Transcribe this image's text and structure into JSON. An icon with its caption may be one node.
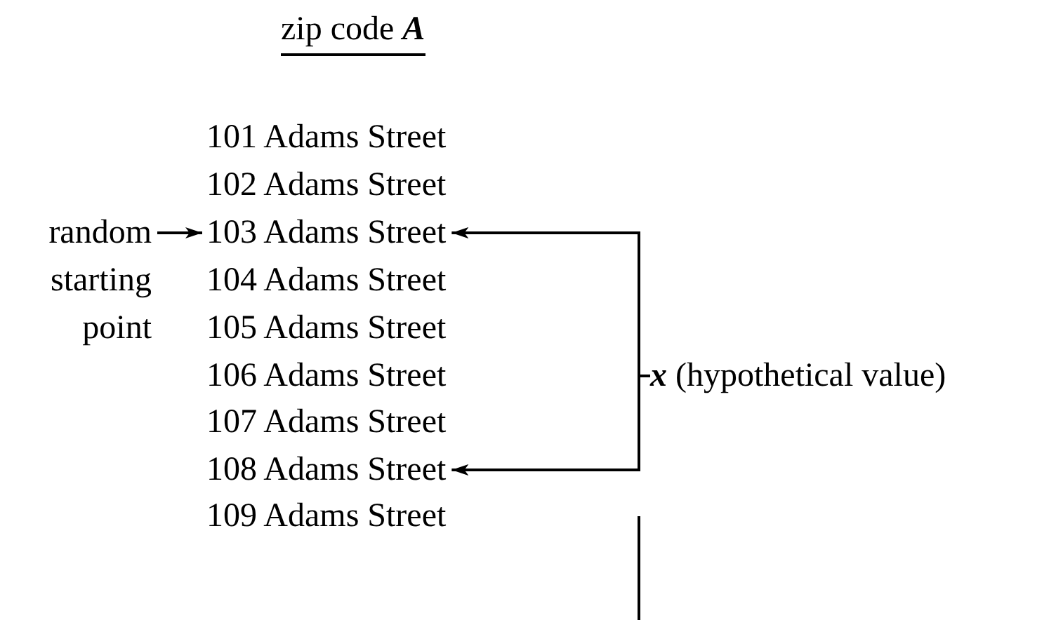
{
  "diagram": {
    "title": "zip code **A**",
    "nodes": [
      {
        "text": [
          "random starting point"
        ]
      },
      {
        "text": [
          "101 Adams Street"
        ]
      },
      {
        "text": [
          "102 Adams Street"
        ]
      },
      {
        "text": [
          "103 Adams Street"
        ]
      },
      {
        "text": [
          "104 Adams Street"
        ]
      },
      {
        "text": [
          "105 Adams Street"
        ]
      },
      {
        "text": [
          "106 Adams Street"
        ]
      },
      {
        "text": [
          "107 Adams Street"
        ]
      },
      {
        "text": [
          "108 Adams Street"
        ]
      },
      {
        "text": [
          "109 Adams Street"
        ]
      },
      {
        "text": [
          "**x** (hypothetical value)"
        ]
      }
    ],
    "edges": [
      {
        "from": 0,
        "to": 3,
        "arrow": "to"
      },
      {
        "from": 10,
        "to": 3,
        "arrow": "to"
      },
      {
        "from": 10,
        "to": 8,
        "arrow": "to"
      }
    ]
  }
}
